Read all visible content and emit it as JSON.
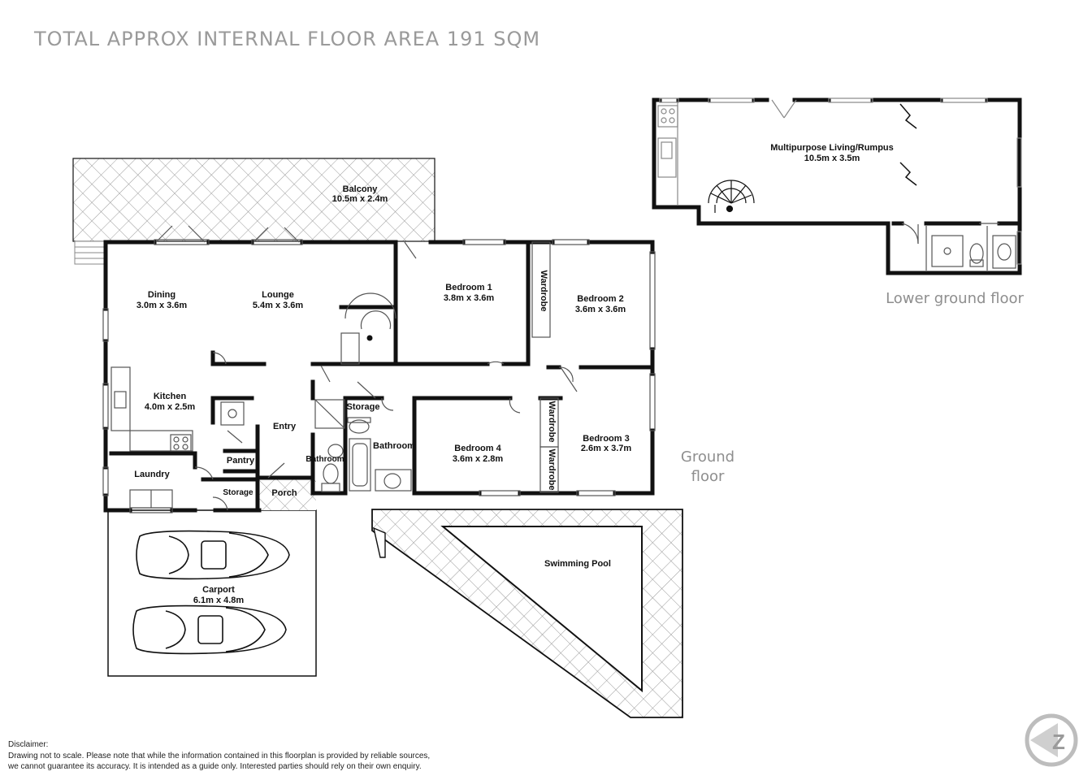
{
  "header": {
    "title": "TOTAL APPROX INTERNAL FLOOR AREA 191 SQM"
  },
  "floors": {
    "ground": {
      "label_line1": "Ground",
      "label_line2": "floor"
    },
    "lower": {
      "label": "Lower ground floor"
    }
  },
  "rooms": {
    "balcony": {
      "name": "Balcony",
      "dims": "10.5m x 2.4m"
    },
    "dining": {
      "name": "Dining",
      "dims": "3.0m x 3.6m"
    },
    "lounge": {
      "name": "Lounge",
      "dims": "5.4m x 3.6m"
    },
    "bedroom1": {
      "name": "Bedroom 1",
      "dims": "3.8m x 3.6m"
    },
    "bedroom2": {
      "name": "Bedroom 2",
      "dims": "3.6m x 3.6m"
    },
    "bedroom3": {
      "name": "Bedroom 3",
      "dims": "2.6m x 3.7m"
    },
    "bedroom4": {
      "name": "Bedroom 4",
      "dims": "3.6m x 2.8m"
    },
    "kitchen": {
      "name": "Kitchen",
      "dims": "4.0m x 2.5m"
    },
    "entry": {
      "name": "Entry"
    },
    "laundry": {
      "name": "Laundry"
    },
    "pantry": {
      "name": "Pantry"
    },
    "storage_left": {
      "name": "Storage"
    },
    "storage_hall": {
      "name": "Storage"
    },
    "porch": {
      "name": "Porch"
    },
    "bathroom_small": {
      "name": "Bathroom"
    },
    "bathroom_main": {
      "name": "Bathroom"
    },
    "wardrobe_b1": {
      "name": "Wardrobe"
    },
    "wardrobe_b3a": {
      "name": "Wardrobe"
    },
    "wardrobe_b3b": {
      "name": "Wardrobe"
    },
    "carport": {
      "name": "Carport",
      "dims": "6.1m x 4.8m"
    },
    "pool": {
      "name": "Swimming Pool"
    },
    "rumpus": {
      "name": "Multipurpose Living/Rumpus",
      "dims": "10.5m x 3.5m"
    }
  },
  "disclaimer": {
    "title": "Disclaimer:",
    "line1": "Drawing not to scale. Please note that while the information contained in this floorplan is provided by reliable sources,",
    "line2": "we cannot guarantee its accuracy. It is intended as a guide only. Interested parties should rely on their  own enquiry."
  },
  "logo": {
    "icon": "compass-logo-icon",
    "letter": "Z"
  }
}
